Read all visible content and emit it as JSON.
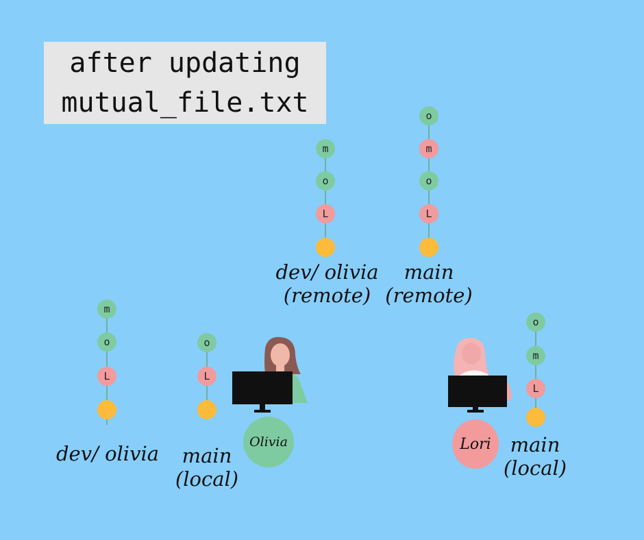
{
  "title": {
    "line1": "after updating",
    "line2": "mutual_file.txt"
  },
  "branches": {
    "dev_olivia_remote": {
      "commits": [
        "m",
        "o",
        "L",
        ""
      ],
      "label_line1": "dev/ olivia",
      "label_line2": "(remote)"
    },
    "main_remote": {
      "commits": [
        "o",
        "m",
        "o",
        "L",
        ""
      ],
      "label_line1": "main",
      "label_line2": "(remote)"
    },
    "dev_olivia_local": {
      "commits": [
        "m",
        "o",
        "L",
        ""
      ],
      "label_line1": "dev/ olivia"
    },
    "main_local_olivia": {
      "commits": [
        "o",
        "L",
        ""
      ],
      "label_line1": "main",
      "label_line2": "(local)"
    },
    "main_local_lori": {
      "commits": [
        "o",
        "m",
        "L",
        ""
      ],
      "label_line1": "main",
      "label_line2": "(local)"
    }
  },
  "users": {
    "olivia": "Olivia",
    "lori": "Lori"
  },
  "colors": {
    "background": "#87cefa",
    "green": "#7ecba1",
    "pink": "#f29a9c",
    "yellow": "#fdbb3b"
  }
}
